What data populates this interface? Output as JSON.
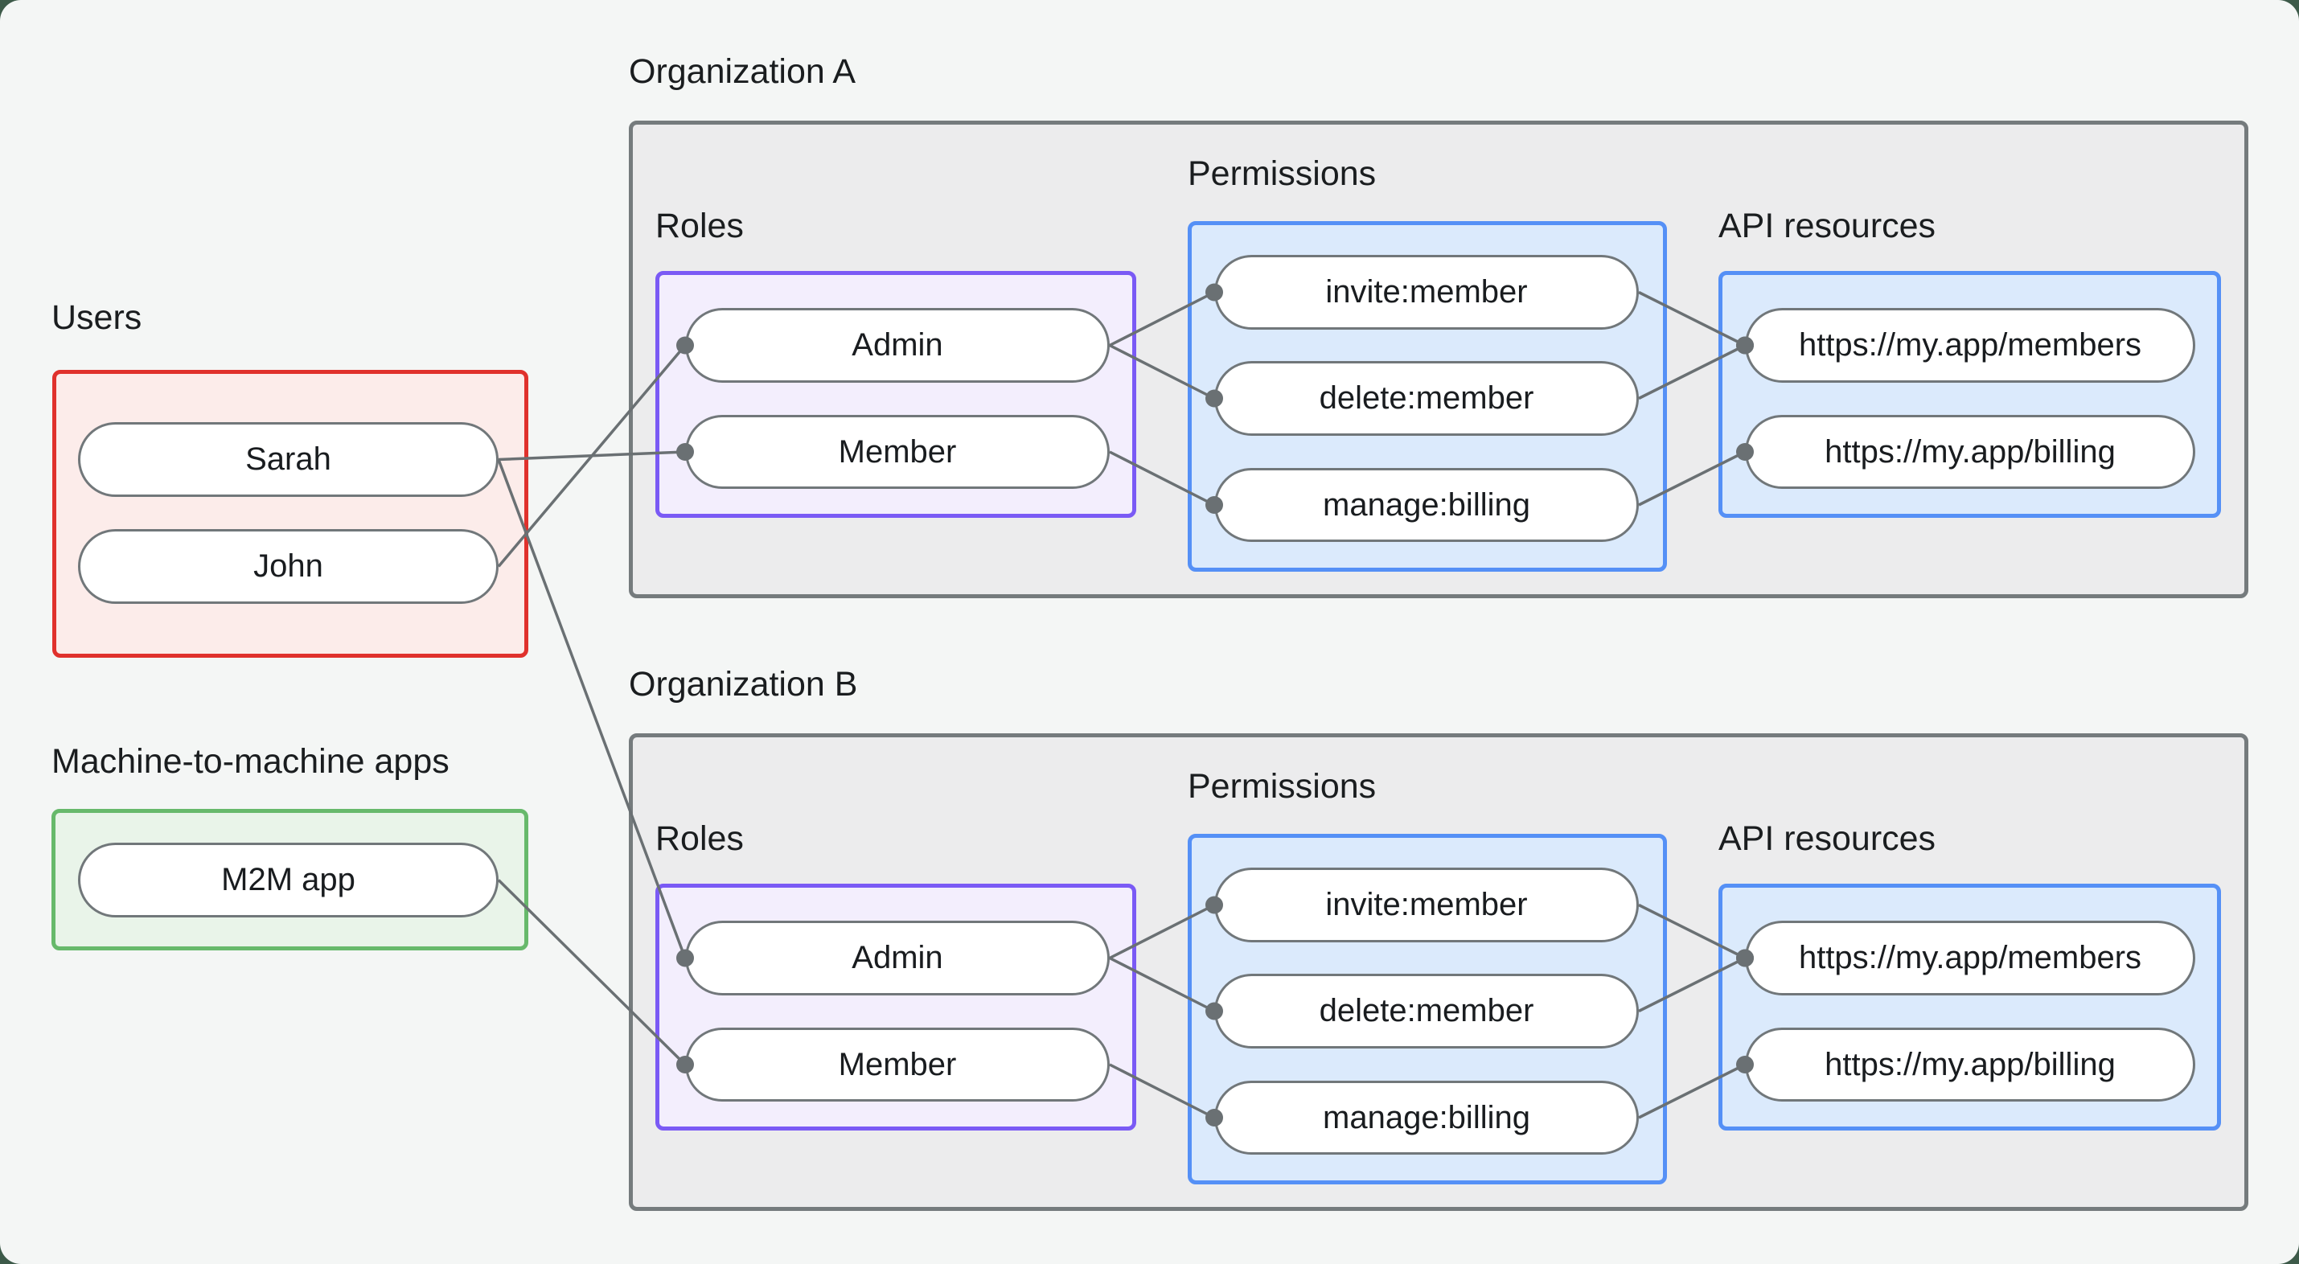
{
  "canvas": {
    "background": "#f4f6f5",
    "frame": "#3d5a49"
  },
  "palette": {
    "org_fill": "#ececed",
    "org_border": "#757b7d",
    "node_fill": "#ffffff",
    "node_border": "#71777a",
    "edge": "#6a7073",
    "text": "#1a1d1f",
    "users_border": "#e0312c",
    "users_fill": "#fcecea",
    "m2m_border": "#67b96b",
    "m2m_fill": "#e9f4e9",
    "roles_border": "#7a5af5",
    "roles_fill": "#f3eefd",
    "permissions_border": "#5590f6",
    "permissions_fill": "#dbeafc"
  },
  "groups": {
    "users": {
      "title": "Users",
      "nodes": [
        {
          "id": "sarah",
          "label": "Sarah"
        },
        {
          "id": "john",
          "label": "John"
        }
      ]
    },
    "m2m_apps": {
      "title": "Machine-to-machine apps",
      "nodes": [
        {
          "id": "m2m",
          "label": "M2M app"
        }
      ]
    },
    "org_a": {
      "title": "Organization A",
      "roles": {
        "title": "Roles",
        "nodes": [
          {
            "id": "a-admin",
            "label": "Admin"
          },
          {
            "id": "a-member",
            "label": "Member"
          }
        ]
      },
      "permissions": {
        "title": "Permissions",
        "nodes": [
          {
            "id": "a-invite",
            "label": "invite:member"
          },
          {
            "id": "a-delete",
            "label": "delete:member"
          },
          {
            "id": "a-manage",
            "label": "manage:billing"
          }
        ]
      },
      "api_resources": {
        "title": "API resources",
        "nodes": [
          {
            "id": "a-members",
            "label": "https://my.app/members"
          },
          {
            "id": "a-billing",
            "label": "https://my.app/billing"
          }
        ]
      }
    },
    "org_b": {
      "title": "Organization B",
      "roles": {
        "title": "Roles",
        "nodes": [
          {
            "id": "b-admin",
            "label": "Admin"
          },
          {
            "id": "b-member",
            "label": "Member"
          }
        ]
      },
      "permissions": {
        "title": "Permissions",
        "nodes": [
          {
            "id": "b-invite",
            "label": "invite:member"
          },
          {
            "id": "b-delete",
            "label": "delete:member"
          },
          {
            "id": "b-manage",
            "label": "manage:billing"
          }
        ]
      },
      "api_resources": {
        "title": "API resources",
        "nodes": [
          {
            "id": "b-members",
            "label": "https://my.app/members"
          },
          {
            "id": "b-billing",
            "label": "https://my.app/billing"
          }
        ]
      }
    }
  },
  "edges": [
    {
      "from": "sarah",
      "to": "a-member"
    },
    {
      "from": "john",
      "to": "a-admin"
    },
    {
      "from": "sarah",
      "to": "b-admin"
    },
    {
      "from": "m2m",
      "to": "b-member"
    },
    {
      "from": "a-admin",
      "to": "a-invite"
    },
    {
      "from": "a-admin",
      "to": "a-delete"
    },
    {
      "from": "a-member",
      "to": "a-manage"
    },
    {
      "from": "a-invite",
      "to": "a-members"
    },
    {
      "from": "a-delete",
      "to": "a-members"
    },
    {
      "from": "a-manage",
      "to": "a-billing"
    },
    {
      "from": "b-admin",
      "to": "b-invite"
    },
    {
      "from": "b-admin",
      "to": "b-delete"
    },
    {
      "from": "b-member",
      "to": "b-manage"
    },
    {
      "from": "b-invite",
      "to": "b-members"
    },
    {
      "from": "b-delete",
      "to": "b-members"
    },
    {
      "from": "b-manage",
      "to": "b-billing"
    }
  ]
}
